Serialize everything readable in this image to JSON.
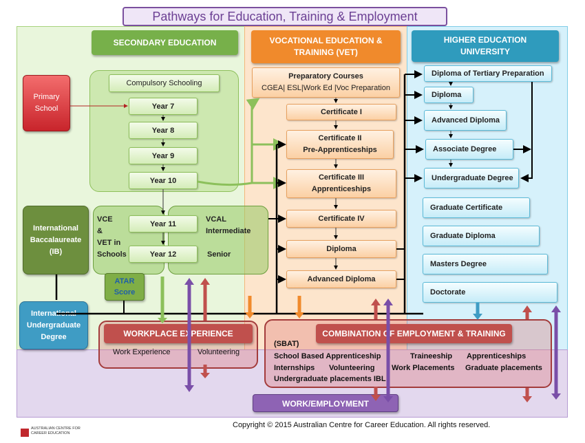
{
  "title": "Pathways for Education, Training & Employment",
  "secondary": {
    "header": "SECONDARY EDUCATION",
    "compulsory": "Compulsory Schooling",
    "years": [
      "Year 7",
      "Year 8",
      "Year 9",
      "Year 10"
    ],
    "year11": "Year 11",
    "year12": "Year 12",
    "vce_label": "VCE\n&\nVET in\nSchools",
    "vcal_label": "VCAL\nIntermediate",
    "senior_label": "Senior",
    "primary_school": "Primary\nSchool",
    "ib": "International\nBaccalaureate\n(IB)",
    "atar": "ATAR\nScore",
    "intl_undergrad": "International\nUndergraduate\nDegree"
  },
  "vet": {
    "header": "VOCATIONAL EDUCATION &\nTRAINING (VET)",
    "preparatory_title": "Preparatory Courses",
    "preparatory_sub": "CGEA| ESL|Work Ed |Voc Preparation",
    "items": [
      "Certificate I",
      "Certificate II\nPre-Apprenticeships",
      "Certificate III\nApprenticeships",
      "Certificate IV",
      "Diploma",
      "Advanced Diploma"
    ]
  },
  "higher": {
    "header": "HIGHER EDUCATION\nUNIVERSITY",
    "items": [
      "Diploma of Tertiary Preparation",
      "Diploma",
      "Advanced Diploma",
      "Associate Degree",
      "Undergraduate Degree",
      "Graduate Certificate",
      "Graduate Diploma",
      "Masters Degree",
      "Doctorate"
    ]
  },
  "workplace": {
    "header": "WORKPLACE EXPERIENCE",
    "item1": "Work Experience",
    "item2": "Volunteering"
  },
  "combination": {
    "header": "COMBINATION OF EMPLOYMENT & TRAINING",
    "sbat": "(SBAT)",
    "row1": [
      "School Based Apprenticeship",
      "Traineeship",
      "Apprenticeships"
    ],
    "row2": [
      "Internships",
      "Volunteering",
      "Work Placements",
      "Graduate placements"
    ],
    "row3": "Undergraduate placements IBL"
  },
  "work_employment": "WORK/EMPLOYMENT",
  "copyright": "Copyright © 2015 Australian Centre for Career Education. All rights reserved.",
  "logo_text": "AUSTRALIAN CENTRE FOR\nCAREER EDUCATION",
  "colors": {
    "green_header": "#77b04a",
    "orange_header": "#f08a2c",
    "blue_header": "#2f9bbd",
    "red_panel": "#c0504d",
    "purple_panel": "#8e63b4"
  }
}
